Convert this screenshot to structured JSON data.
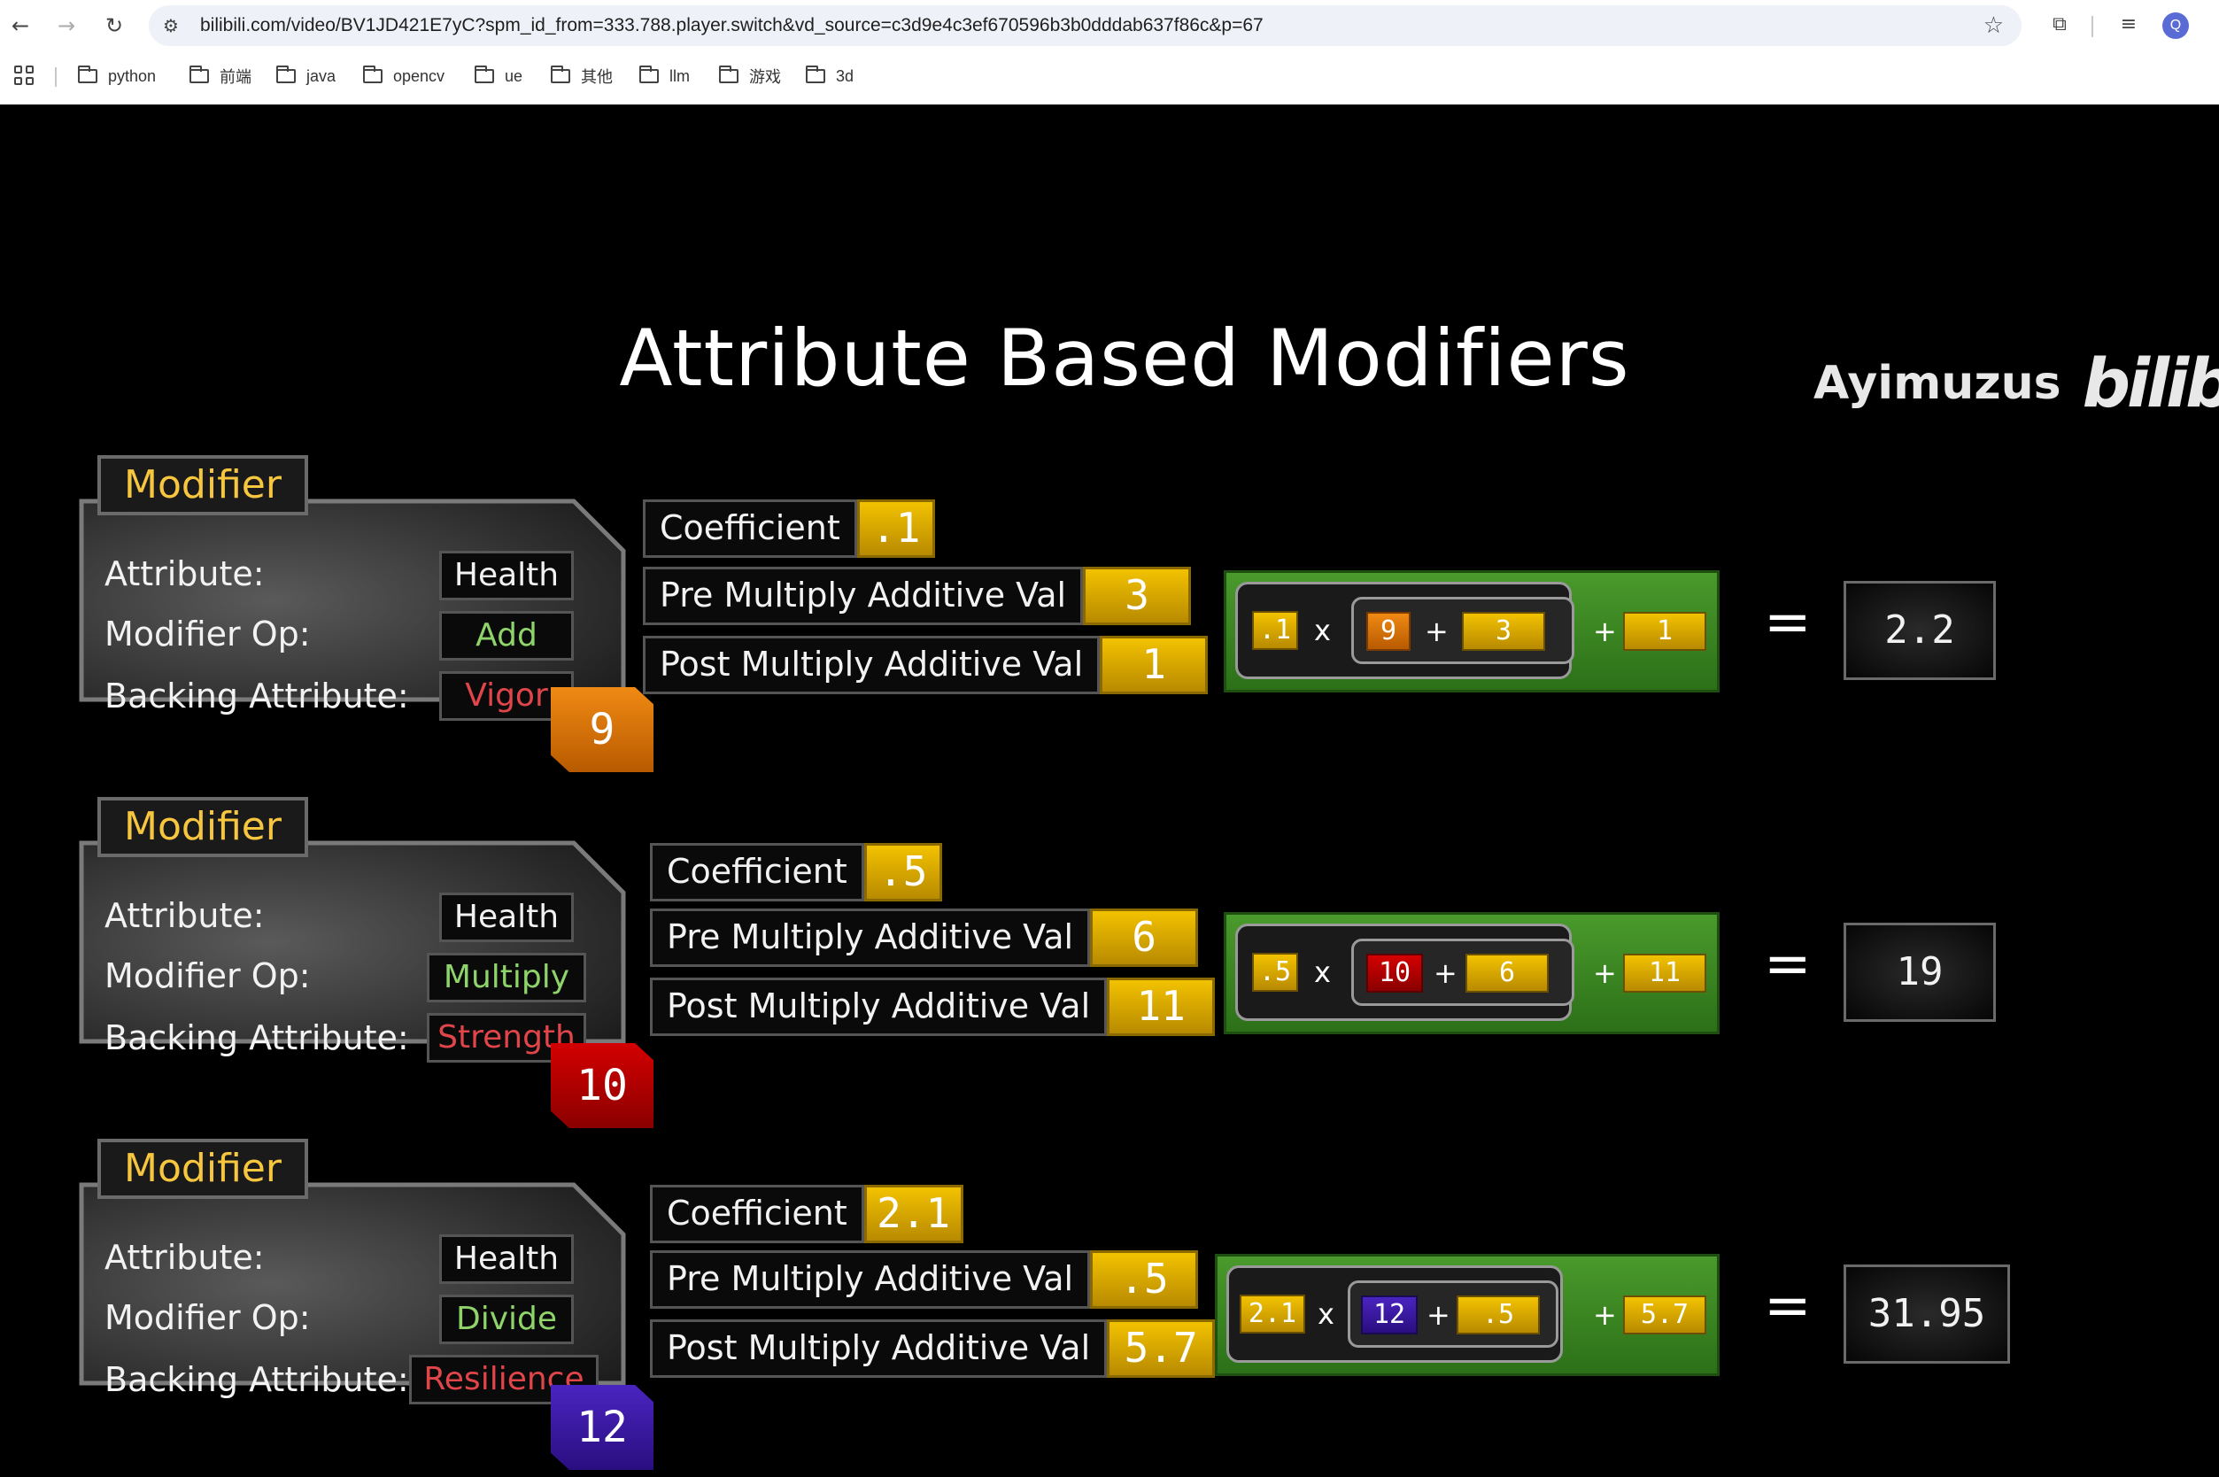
{
  "browser": {
    "url": "bilibili.com/video/BV1JD421E7yC?spm_id_from=333.788.player.switch&vd_source=c3d9e4c3ef670596b3b0dddab637f86c&p=67",
    "profile_initial": "Q",
    "bookmarks": [
      "python",
      "前端",
      "java",
      "opencv",
      "ue",
      "其他",
      "llm",
      "游戏",
      "3d"
    ]
  },
  "slide": {
    "title": "Attribute Based Modifiers",
    "watermark_author": "Ayimuzus",
    "watermark_logo": "bilibili",
    "modifiers": [
      {
        "tab": "Modifier",
        "attribute_label": "Attribute:",
        "attribute_value": "Health",
        "op_label": "Modifier Op:",
        "op_value": "Add",
        "backing_label": "Backing Attribute:",
        "backing_value": "Vigor",
        "backing_number": "9",
        "coefficient_label": "Coefficient",
        "coefficient": ".1",
        "pre_label": "Pre Multiply Additive Val",
        "pre": "3",
        "post_label": "Post Multiply Additive Val",
        "post": "1",
        "formula": {
          "coef": ".1",
          "times": "x",
          "attr": "9",
          "plus1": "+",
          "pre": "3",
          "plus2": "+",
          "post": "1"
        },
        "equals": "=",
        "result": "2.2"
      },
      {
        "tab": "Modifier",
        "attribute_label": "Attribute:",
        "attribute_value": "Health",
        "op_label": "Modifier Op:",
        "op_value": "Multiply",
        "backing_label": "Backing Attribute:",
        "backing_value": "Strength",
        "backing_number": "10",
        "coefficient_label": "Coefficient",
        "coefficient": ".5",
        "pre_label": "Pre Multiply Additive Val",
        "pre": "6",
        "post_label": "Post Multiply Additive Val",
        "post": "11",
        "formula": {
          "coef": ".5",
          "times": "x",
          "attr": "10",
          "plus1": "+",
          "pre": "6",
          "plus2": "+",
          "post": "11"
        },
        "equals": "=",
        "result": "19"
      },
      {
        "tab": "Modifier",
        "attribute_label": "Attribute:",
        "attribute_value": "Health",
        "op_label": "Modifier Op:",
        "op_value": "Divide",
        "backing_label": "Backing Attribute:",
        "backing_value": "Resilience",
        "backing_number": "12",
        "coefficient_label": "Coefficient",
        "coefficient": "2.1",
        "pre_label": "Pre Multiply Additive Val",
        "pre": ".5",
        "post_label": "Post Multiply Additive Val",
        "post": "5.7",
        "formula": {
          "coef": "2.1",
          "times": "x",
          "attr": "12",
          "plus1": "+",
          "pre": ".5",
          "plus2": "+",
          "post": "5.7"
        },
        "equals": "=",
        "result": "31.95"
      }
    ]
  },
  "colors": {
    "accent_gold": "#f7c63f",
    "op_green": "#8fd46a",
    "backing_red": "#e0454a",
    "badge_orange": "#d9700a",
    "badge_red": "#b80000",
    "badge_purple": "#3b1aa0",
    "formula_green": "#3f8a22"
  }
}
